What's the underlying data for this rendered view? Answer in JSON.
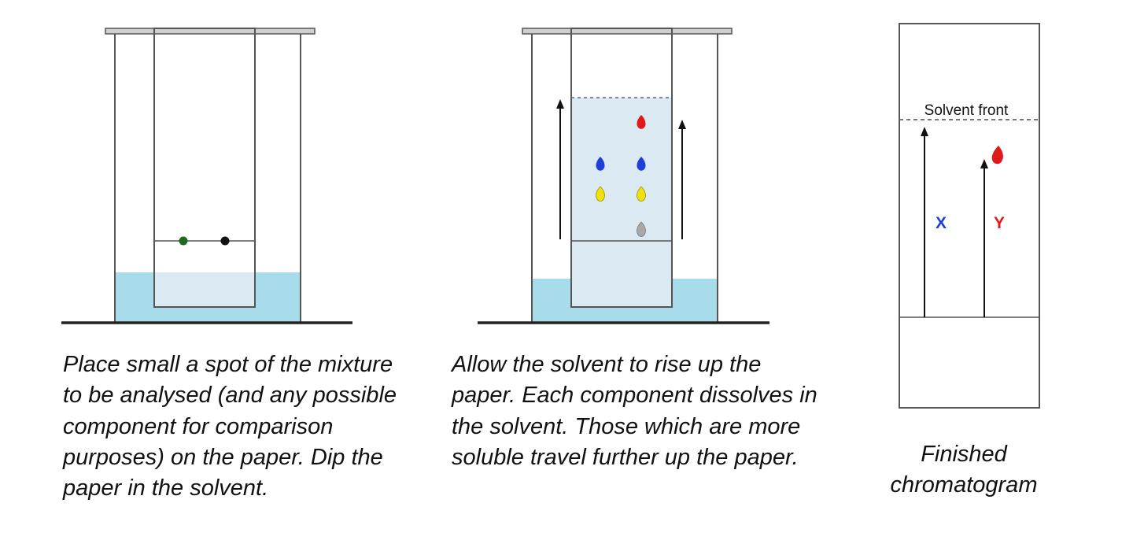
{
  "diagram": {
    "panels": [
      {
        "name": "step-1",
        "caption": "Place small a spot of the mixture to be analysed (and any possible component for comparison purposes) on the paper. Dip the paper in the solvent."
      },
      {
        "name": "step-2",
        "caption": "Allow the solvent to rise up the paper. Each component dissolves in the solvent. Those which are more soluble travel further up the paper."
      },
      {
        "name": "finished",
        "caption_lines": [
          "Finished",
          "chromatogram"
        ],
        "solvent_front_label": "Solvent front",
        "spot_labels": [
          "X",
          "Y"
        ]
      }
    ],
    "colors": {
      "solvent": "#a8dcea",
      "paper_wet": "#dbe9f2",
      "outline": "#555555",
      "spot_red": "#e0191b",
      "spot_blue": "#1e3fd8",
      "spot_yellow": "#f0e010",
      "spot_grey": "#a8a8a8",
      "spot_green": "#1f6a1f",
      "label_x": "#1e3fd8",
      "label_y": "#e0191b"
    }
  }
}
